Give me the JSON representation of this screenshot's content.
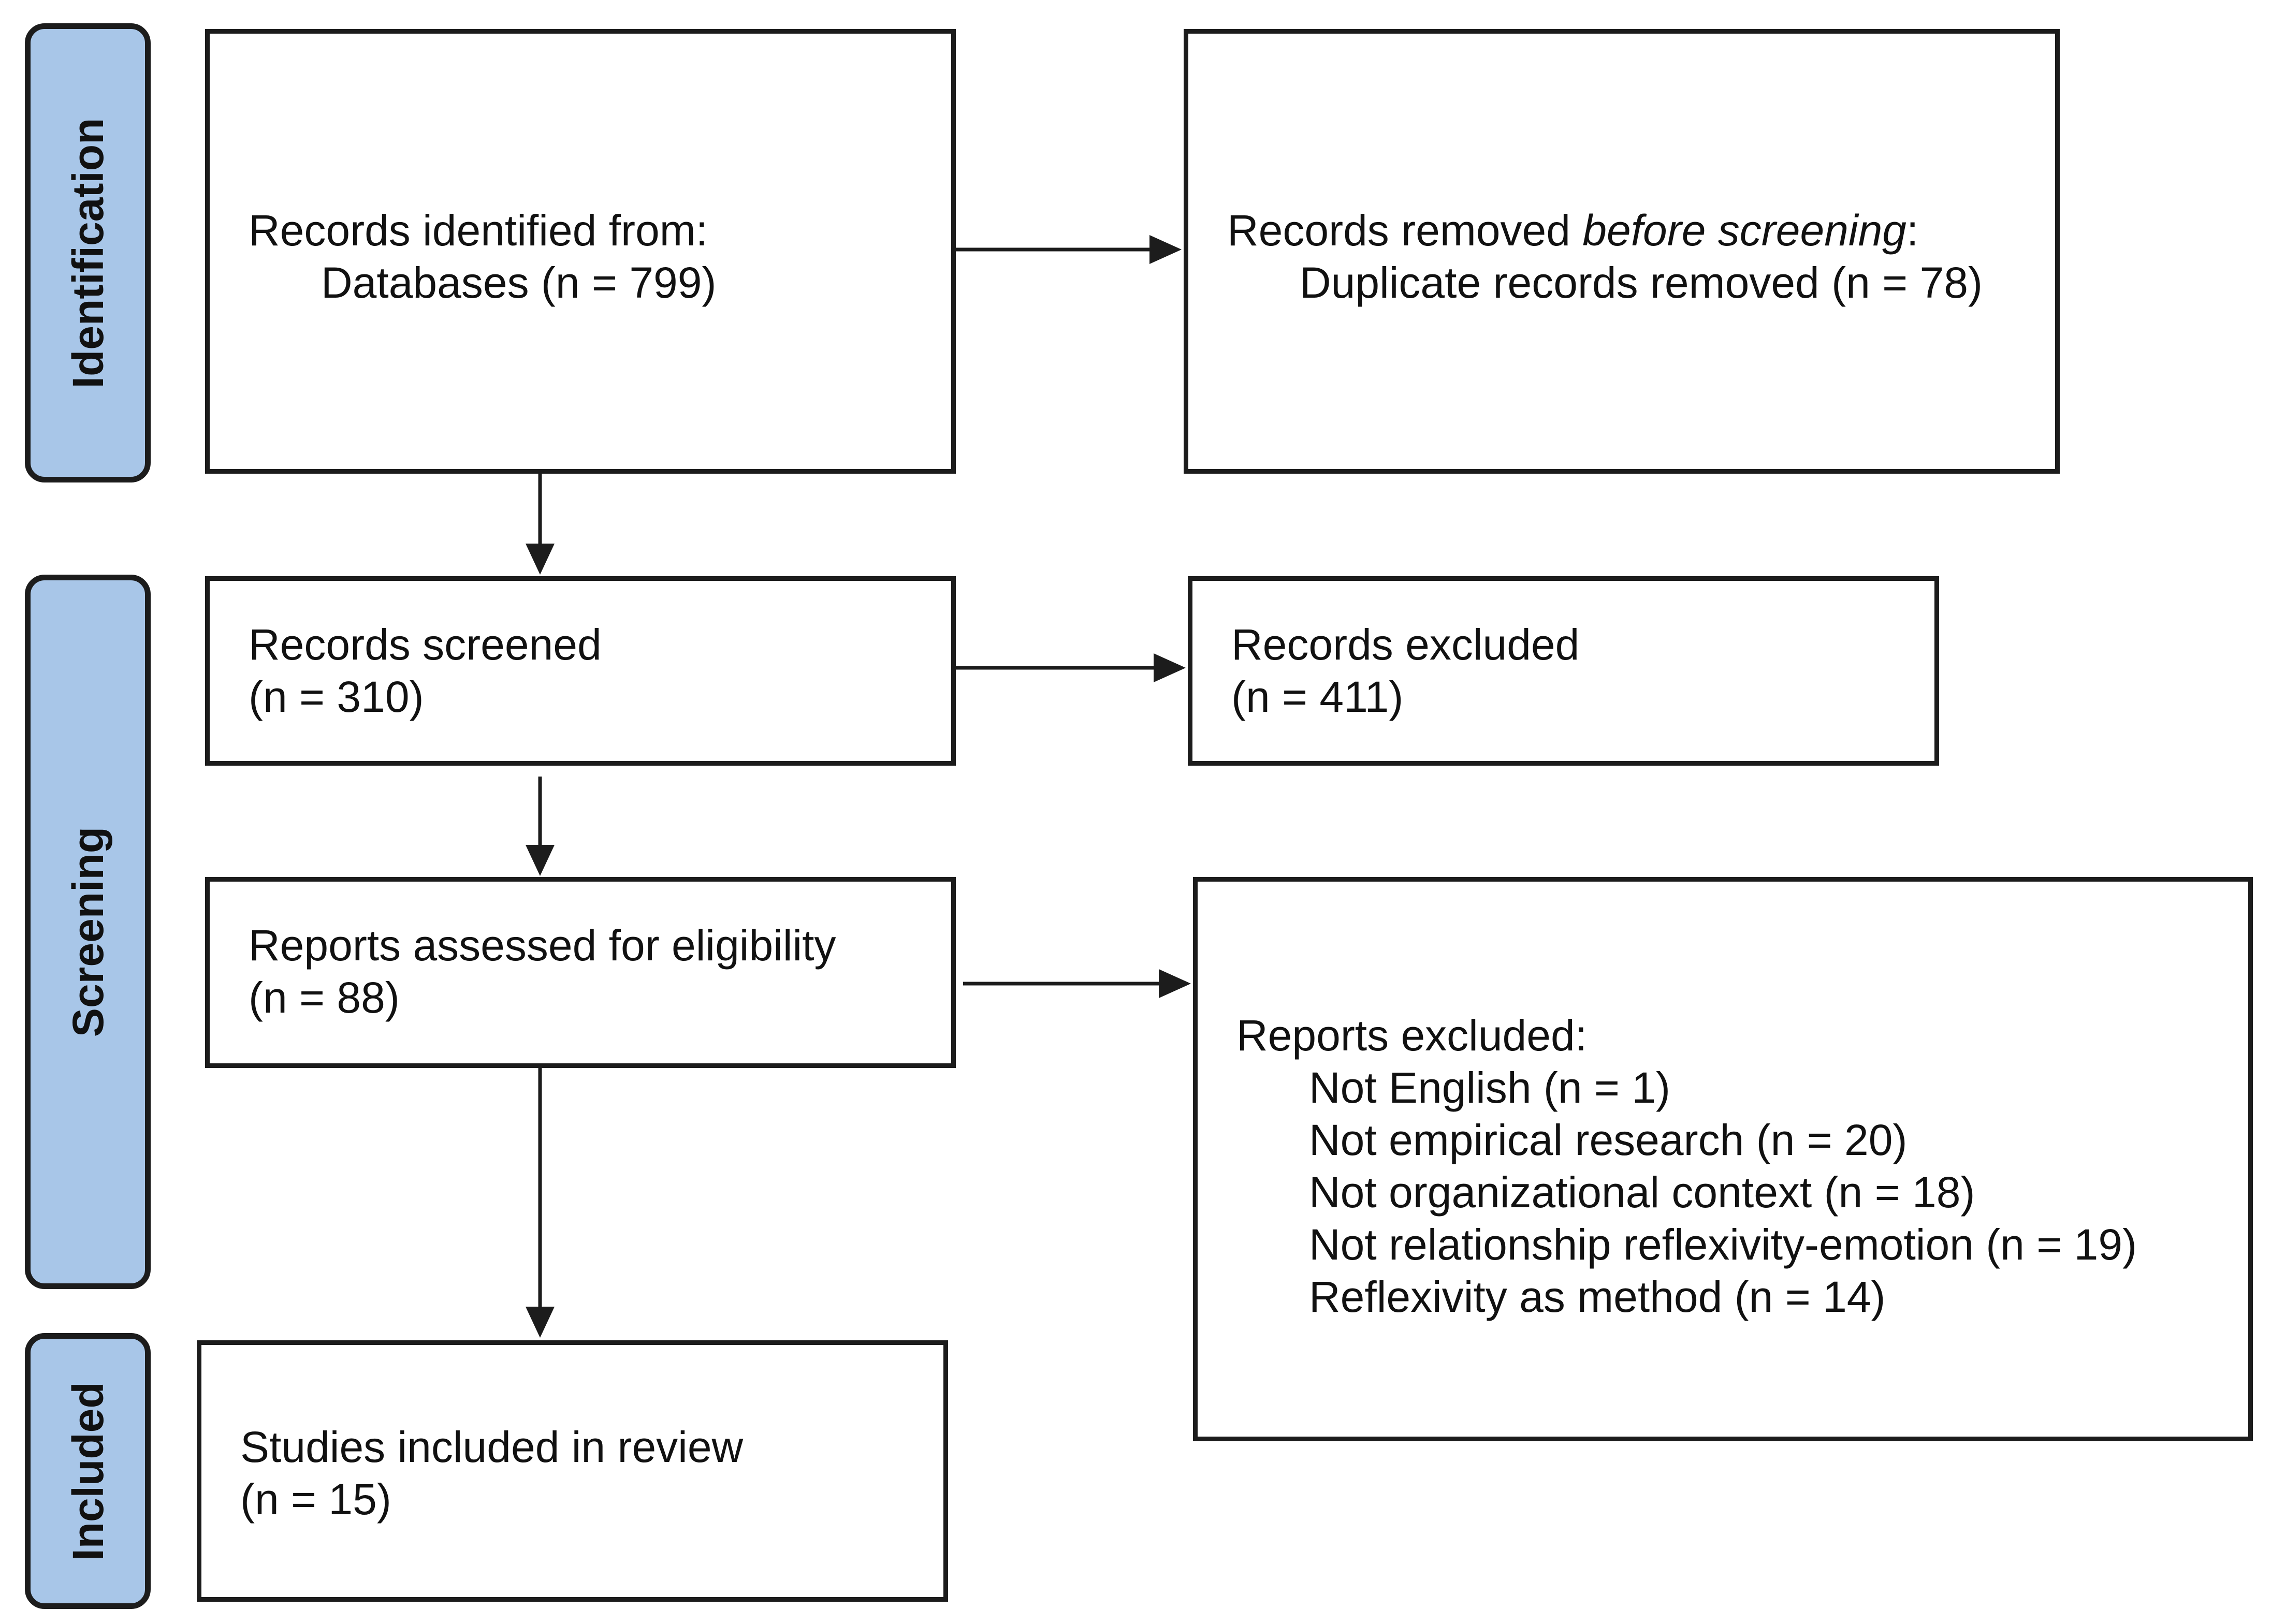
{
  "phases": {
    "identification": "Identification",
    "screening": "Screening",
    "included": "Included"
  },
  "boxes": {
    "records_identified": {
      "heading": "Records identified from:",
      "detail": "Databases (n = 799)"
    },
    "records_removed": {
      "heading_start": "Records removed ",
      "heading_emphasis": "before screening",
      "heading_end": ":",
      "detail": "Duplicate records removed (n = 78)"
    },
    "records_screened": {
      "heading": "Records screened",
      "count": "(n = 310)"
    },
    "records_excluded": {
      "heading": "Records excluded",
      "count": "(n = 411)"
    },
    "reports_assessed": {
      "heading": "Reports assessed for eligibility",
      "count": "(n = 88)"
    },
    "reports_excluded": {
      "heading": "Reports excluded:",
      "reasons": [
        "Not English (n = 1)",
        "Not empirical research (n = 20)",
        "Not organizational context (n = 18)",
        "Not relationship reflexivity-emotion (n = 19)",
        "Reflexivity as method (n = 14)"
      ]
    },
    "studies_included": {
      "heading": "Studies included in review",
      "count": "(n = 15)"
    }
  },
  "colors": {
    "phase_fill": "#a8c6e8",
    "stroke": "#1c1c1c"
  }
}
